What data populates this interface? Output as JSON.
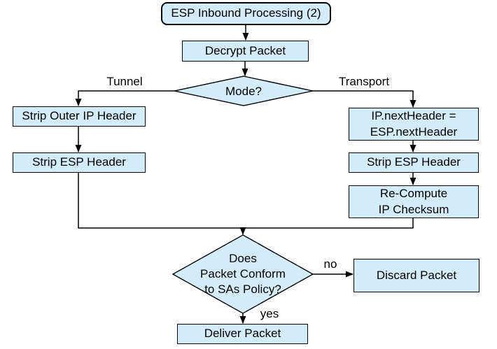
{
  "diagram": {
    "background": "#ffffff",
    "colors": {
      "node_fill": "#d2ecfa",
      "node_border": "#000000",
      "line": "#000000",
      "text": "#000000"
    },
    "nodes": {
      "start": {
        "label": "ESP Inbound Processing (2)"
      },
      "decrypt": {
        "label": "Decrypt Packet"
      },
      "mode": {
        "label": "Mode?"
      },
      "strip_outer_ip": {
        "label": "Strip Outer IP Header"
      },
      "strip_esp_tunnel": {
        "label": "Strip ESP Header"
      },
      "ip_next_header": {
        "label": "IP.nextHeader =\nESP.nextHeader"
      },
      "strip_esp_transport": {
        "label": "Strip ESP Header"
      },
      "recompute_checksum": {
        "label": "Re-Compute\nIP Checksum"
      },
      "policy_check": {
        "label": "Does\nPacket Conform\nto SAs Policy?"
      },
      "discard": {
        "label": "Discard Packet"
      },
      "deliver": {
        "label": "Deliver Packet"
      }
    },
    "edge_labels": {
      "tunnel": "Tunnel",
      "transport": "Transport",
      "no": "no",
      "yes": "yes"
    }
  }
}
